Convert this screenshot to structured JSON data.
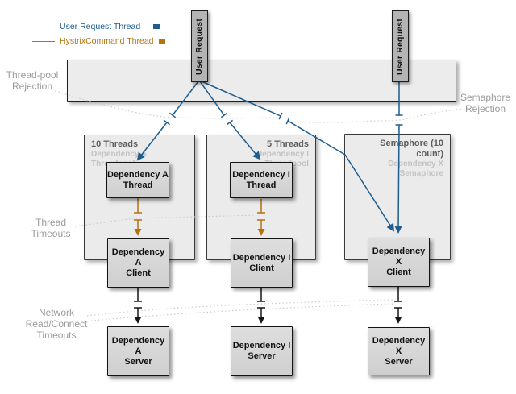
{
  "colors": {
    "c-blue": "#1d5d8f",
    "c-orange": "#b5730f",
    "c-label-gray": "#9b9b9b",
    "c-panel-fill": "#ebebeb",
    "c-box-fill": "#d7d7d7"
  },
  "legend": {
    "items": [
      {
        "label": "User Request Thread",
        "color": "#1d5d8f"
      },
      {
        "label": "HystrixCommand Thread",
        "color": "#b5730f"
      }
    ]
  },
  "user_requests": [
    {
      "label": "User Request"
    },
    {
      "label": "User Request"
    }
  ],
  "annotations": {
    "thread_pool_rejection": "Thread-pool\nRejection",
    "semaphore_rejection": "Semaphore\nRejection",
    "thread_timeouts": "Thread\nTimeouts",
    "network_timeouts": "Network\nRead/Connect\nTimeouts"
  },
  "pools": [
    {
      "title": "10 Threads",
      "subtitle": "Dependency A Threadpool"
    },
    {
      "title": "5 Threads",
      "subtitle": "Dependency I Threadpool"
    },
    {
      "title": "Semaphore (10 count)",
      "subtitle": "Dependency X Semaphore"
    }
  ],
  "nodes": {
    "thread_a": "Dependency A\nThread",
    "thread_i": "Dependency I\nThread",
    "client_a": "Dependency A\nClient",
    "client_i": "Dependency I\nClient",
    "client_x": "Dependency X\nClient",
    "server_a": "Dependency A\nServer",
    "server_i": "Dependency I\nServer",
    "server_x": "Dependency X\nServer"
  }
}
